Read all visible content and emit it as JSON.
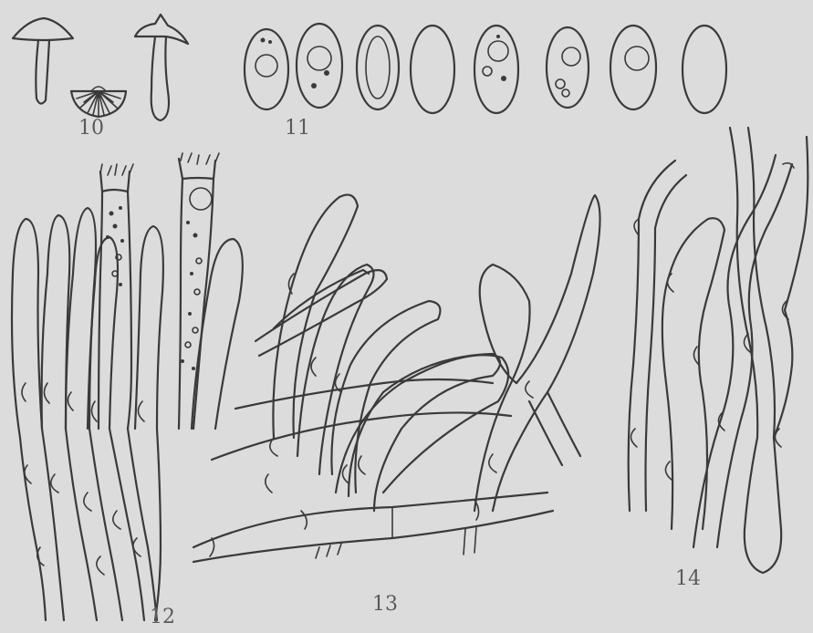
{
  "figures": [
    {
      "id": "fig-10",
      "label": "10",
      "subject": "basidiomata"
    },
    {
      "id": "fig-11",
      "label": "11",
      "subject": "basidiospores"
    },
    {
      "id": "fig-12",
      "label": "12",
      "subject": "basidia-and-cheilocystidia"
    },
    {
      "id": "fig-13",
      "label": "13",
      "subject": "pileipellis-hyphae"
    },
    {
      "id": "fig-14",
      "label": "14",
      "subject": "stipitipellis-hyphae"
    }
  ],
  "ink_color": "#3a3a3a",
  "background_color": "#dcdcdc",
  "label_color": "#5a5a5a"
}
